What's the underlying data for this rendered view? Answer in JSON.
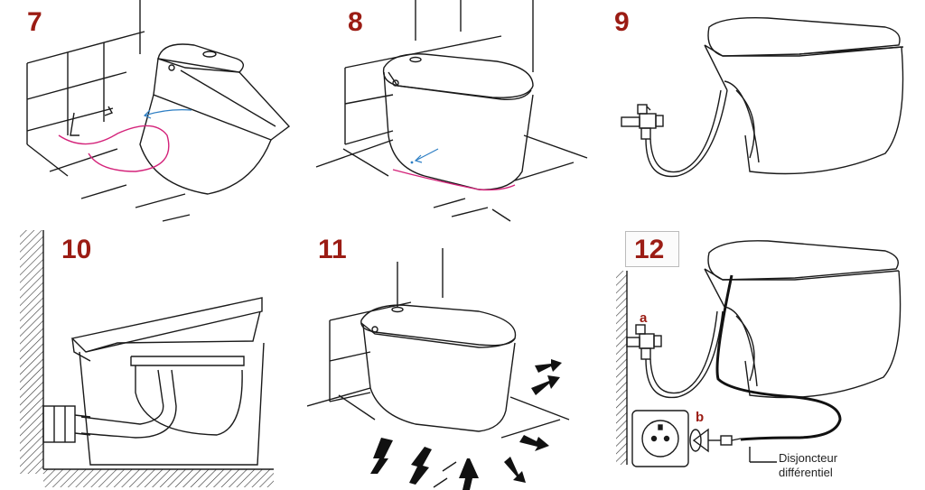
{
  "colors": {
    "step_number": "#9b1c14",
    "line": "#1a1a1a",
    "accent_pink": "#d4237a",
    "accent_blue": "#2e7fc4",
    "hatch": "#333333"
  },
  "steps": [
    {
      "number": "7"
    },
    {
      "number": "8"
    },
    {
      "number": "9"
    },
    {
      "number": "10"
    },
    {
      "number": "11"
    },
    {
      "number": "12"
    }
  ],
  "step12": {
    "label_a": "a",
    "label_b": "b",
    "caption_line1": "Disjoncteur",
    "caption_line2": "différentiel"
  },
  "icons": {
    "wall_tiles": "wall-tiles-icon",
    "toilet": "toilet-icon",
    "valve": "water-valve-icon",
    "socket": "power-socket-icon",
    "plug": "power-plug-icon"
  }
}
